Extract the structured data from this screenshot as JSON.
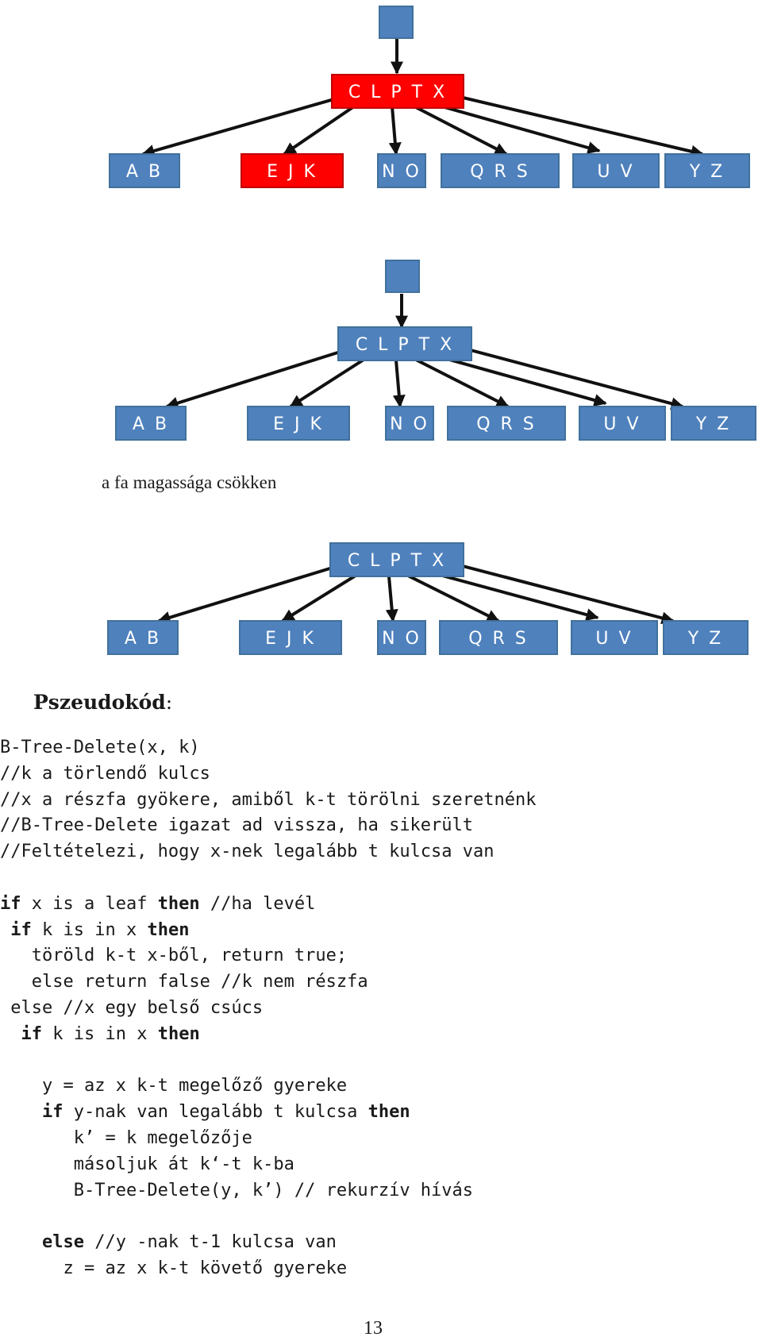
{
  "colors": {
    "node_fill": "#4f81bd",
    "node_stroke": "#41719c",
    "highlight_fill": "#ff0000",
    "highlight_stroke": "#c00000",
    "edge": "#111111"
  },
  "diagrams": [
    {
      "name": "tree-before",
      "root": "C L P T X",
      "highlighted": [
        "C L P T X",
        "E J K"
      ],
      "leaves": [
        "A B",
        "E J K",
        "N O",
        "Q R S",
        "U V",
        "Y Z"
      ],
      "has_parent_pointer": true
    },
    {
      "name": "tree-after-merge",
      "root": "C L P T X",
      "highlighted": [],
      "leaves": [
        "A B",
        "E J K",
        "N O",
        "Q R S",
        "U V",
        "Y Z"
      ],
      "has_parent_pointer": true
    },
    {
      "name": "tree-final",
      "root": "C L P T X",
      "highlighted": [],
      "leaves": [
        "A B",
        "E J K",
        "N O",
        "Q R S",
        "U V",
        "Y Z"
      ],
      "has_parent_pointer": false
    }
  ],
  "caption": "a fa magassága csökken",
  "heading": {
    "bold": "Pszeudokód",
    "suffix": ":"
  },
  "code_lines": [
    [
      {
        "t": "B-Tree-Delete(x, k)"
      }
    ],
    [
      {
        "t": "//k a törlendő kulcs"
      }
    ],
    [
      {
        "t": "//x a részfa gyökere, amiből k-t törölni szeretnénk"
      }
    ],
    [
      {
        "t": "//B-Tree-Delete igazat ad vissza, ha sikerült"
      }
    ],
    [
      {
        "t": "//Feltételezi, hogy x-nek legalább t kulcsa van"
      }
    ],
    [],
    [
      {
        "t": "if",
        "b": true
      },
      {
        "t": " x is a leaf "
      },
      {
        "t": "then",
        "b": true
      },
      {
        "t": " //ha levél"
      }
    ],
    [
      {
        "t": " "
      },
      {
        "t": "if",
        "b": true
      },
      {
        "t": " k is in x "
      },
      {
        "t": "then",
        "b": true
      }
    ],
    [
      {
        "t": "   töröld k-t x-ből, return true;"
      }
    ],
    [
      {
        "t": "   else return false //k nem részfa"
      }
    ],
    [
      {
        "t": " else //x egy belső csúcs"
      }
    ],
    [
      {
        "t": "  "
      },
      {
        "t": "if",
        "b": true
      },
      {
        "t": " k is in x "
      },
      {
        "t": "then",
        "b": true
      }
    ],
    [],
    [
      {
        "t": "    y = az x k-t megelőző gyereke"
      }
    ],
    [
      {
        "t": "    "
      },
      {
        "t": "if",
        "b": true
      },
      {
        "t": " y-nak van legalább t kulcsa "
      },
      {
        "t": "then",
        "b": true
      }
    ],
    [
      {
        "t": "       k’ = k megelőzője"
      }
    ],
    [
      {
        "t": "       másoljuk át k‘-t k-ba"
      }
    ],
    [
      {
        "t": "       B-Tree-Delete(y, k’) // rekurzív hívás"
      }
    ],
    [],
    [
      {
        "t": "    "
      },
      {
        "t": "else",
        "b": true
      },
      {
        "t": " //y -nak t-1 kulcsa van"
      }
    ],
    [
      {
        "t": "      z = az x k-t követő gyereke"
      }
    ]
  ],
  "page_number": "13"
}
